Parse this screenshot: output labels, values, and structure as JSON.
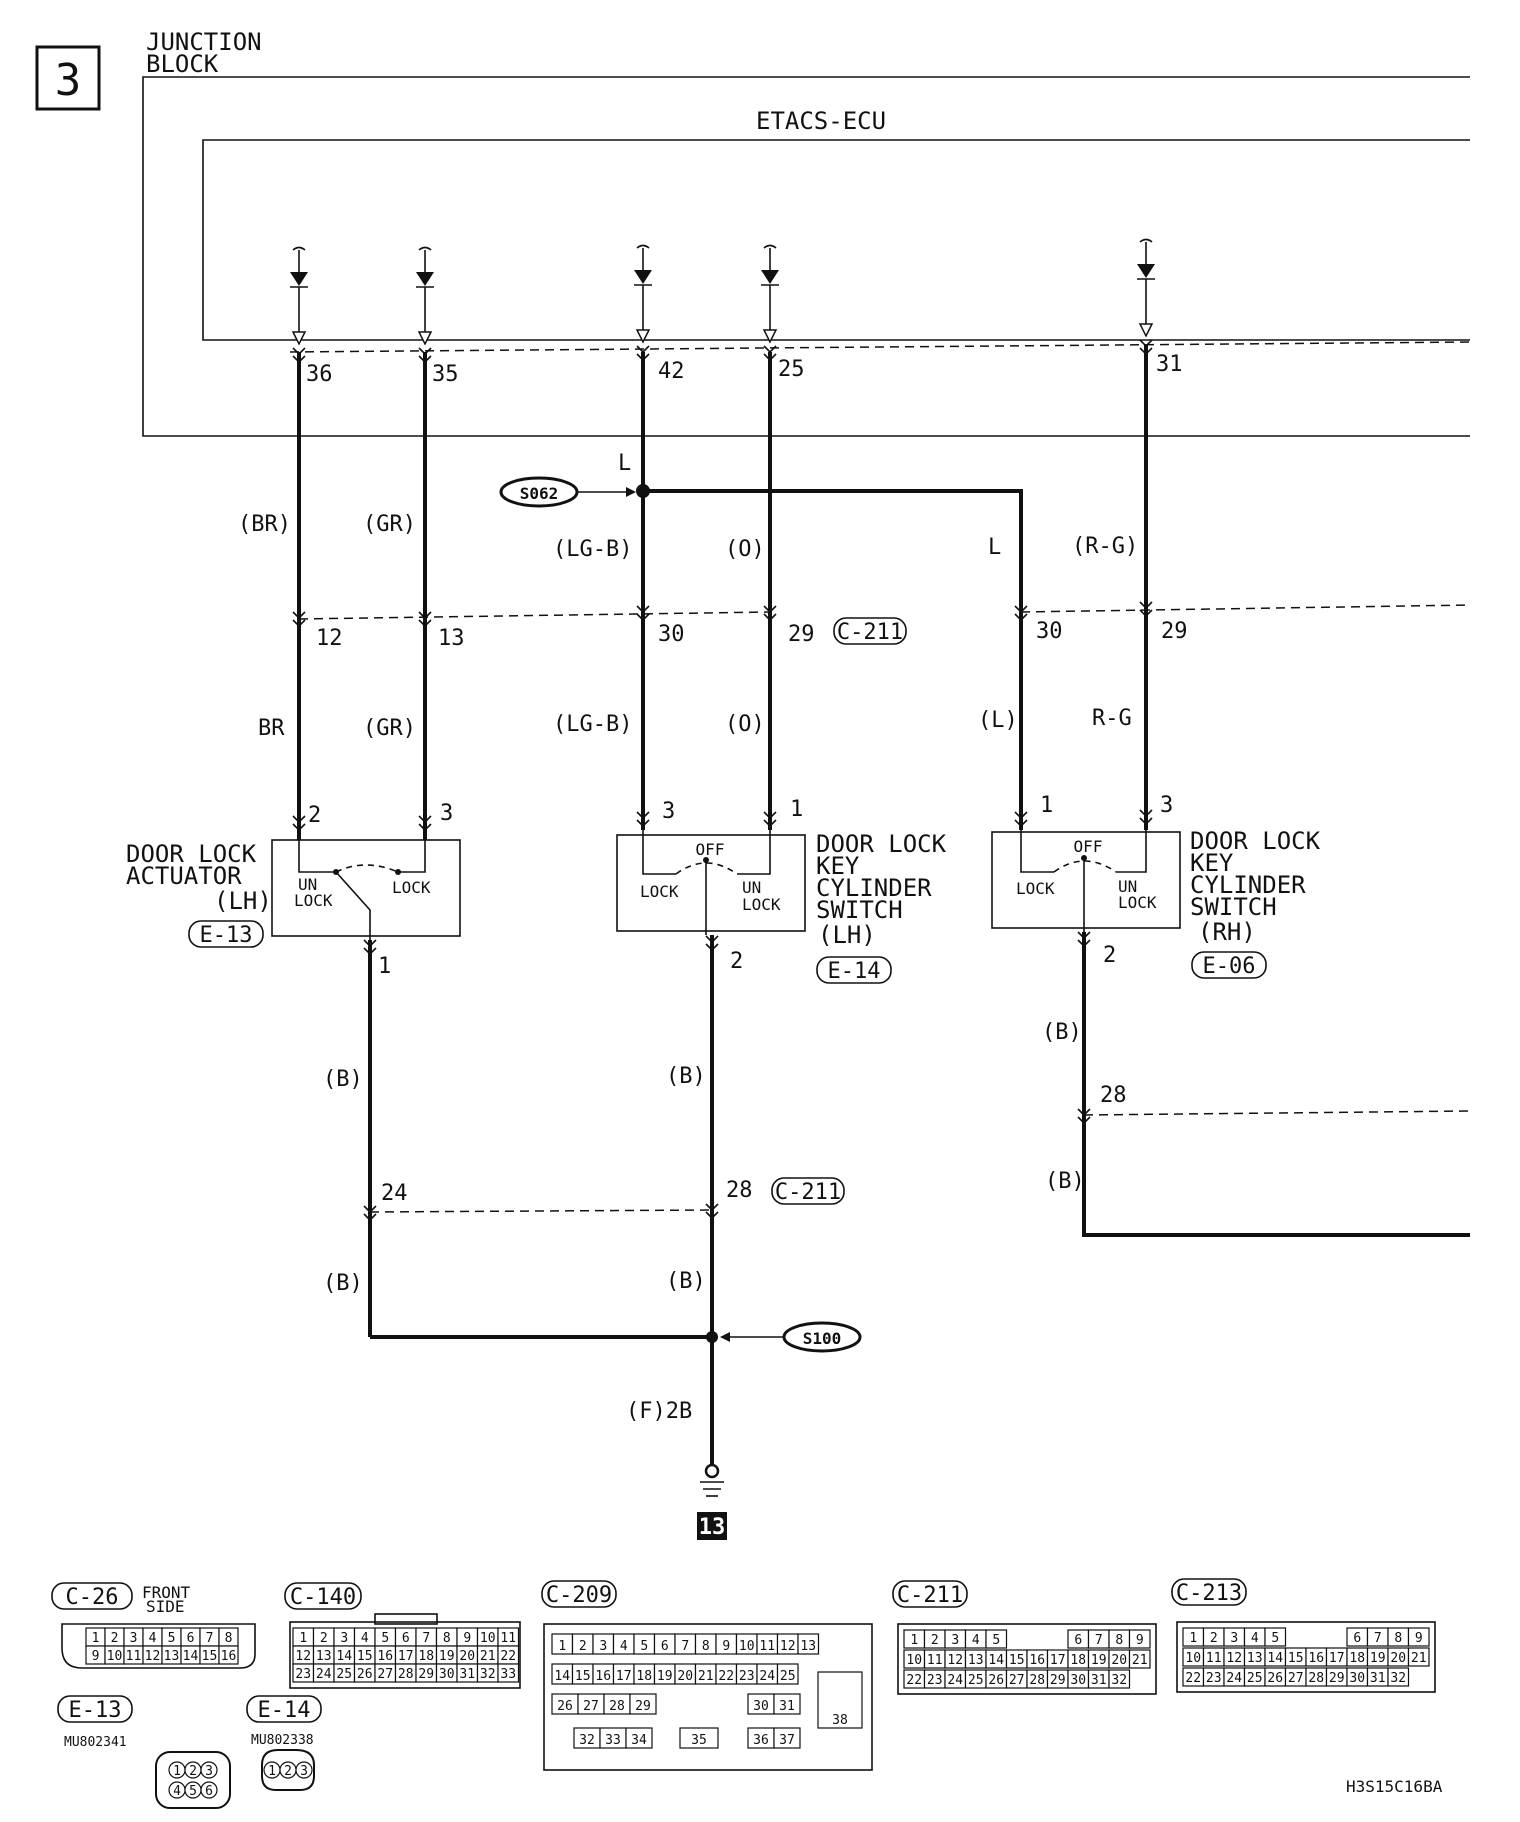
{
  "page": {
    "number": "3",
    "code": "H3S15C16BA"
  },
  "junction_block": {
    "line1": "JUNCTION",
    "line2": "BLOCK"
  },
  "ecu": {
    "label": "ETACS-ECU"
  },
  "ecu_pins": [
    "36",
    "35",
    "42",
    "25",
    "31"
  ],
  "splices": {
    "s062": "S062",
    "s100": "S100"
  },
  "wires_upper": {
    "br": "(BR)",
    "gr": "(GR)",
    "lgb": "(LG-B)",
    "o": "(O)",
    "l": "L",
    "rg": "(R-G)",
    "l_top": "L"
  },
  "c211_upper": {
    "pins": [
      "12",
      "13",
      "30",
      "29",
      "30",
      "29"
    ],
    "tag": "C-211"
  },
  "wires_mid": {
    "br": "BR",
    "gr": "(GR)",
    "lgb": "(LG-B)",
    "o": "(O)",
    "l": "(L)",
    "rg": "R-G"
  },
  "actuator_lh": {
    "pin_top_left": "2",
    "pin_top_right": "3",
    "pin_bottom": "1",
    "line1": "DOOR LOCK",
    "line2": "ACTUATOR",
    "line3": "(LH)",
    "connector": "E-13",
    "contact_un": "UN",
    "contact_lock": "LOCK",
    "contact_lock_right": "LOCK"
  },
  "key_switch_lh": {
    "pin_top_left": "3",
    "pin_top_right": "1",
    "pin_bottom": "2",
    "line1": "DOOR LOCK",
    "line2": "KEY",
    "line3": "CYLINDER",
    "line4": "SWITCH",
    "line5": "(LH)",
    "connector": "E-14",
    "off": "OFF",
    "lock": "LOCK",
    "un": "UN",
    "un_lock": "LOCK"
  },
  "key_switch_rh": {
    "pin_top_left": "1",
    "pin_top_right": "3",
    "pin_bottom": "2",
    "line1": "DOOR LOCK",
    "line2": "KEY",
    "line3": "CYLINDER",
    "line4": "SWITCH",
    "line5": "(RH)",
    "connector": "E-06",
    "off": "OFF",
    "lock": "LOCK",
    "un": "UN",
    "un_lock": "LOCK"
  },
  "lower": {
    "b": "(B)",
    "pin24": "24",
    "pin28": "28",
    "pin28_rh": "28",
    "c211": "C-211",
    "ground_wire": "(F)2B",
    "ground_no": "13"
  },
  "connector_views": {
    "c26": {
      "name": "C-26",
      "note1": "FRONT",
      "note2": "SIDE",
      "row1": [
        "1",
        "2",
        "3",
        "4",
        "5",
        "6",
        "7",
        "8"
      ],
      "row2": [
        "9",
        "10",
        "11",
        "12",
        "13",
        "14",
        "15",
        "16"
      ]
    },
    "c140": {
      "name": "C-140",
      "row1": [
        "1",
        "2",
        "3",
        "4",
        "5",
        "6",
        "7",
        "8",
        "9",
        "10",
        "11"
      ],
      "row2": [
        "12",
        "13",
        "14",
        "15",
        "16",
        "17",
        "18",
        "19",
        "20",
        "21",
        "22"
      ],
      "row3": [
        "23",
        "24",
        "25",
        "26",
        "27",
        "28",
        "29",
        "30",
        "31",
        "32",
        "33"
      ]
    },
    "c209": {
      "name": "C-209",
      "row1": [
        "1",
        "2",
        "3",
        "4",
        "5",
        "6",
        "7",
        "8",
        "9",
        "10",
        "11",
        "12",
        "13"
      ],
      "row2": [
        "14",
        "15",
        "16",
        "17",
        "18",
        "19",
        "20",
        "21",
        "22",
        "23",
        "24",
        "25"
      ],
      "row3": [
        "26",
        "27",
        "28",
        "29",
        "30",
        "31",
        "38"
      ],
      "row4": [
        "32",
        "33",
        "34",
        "35",
        "36",
        "37"
      ]
    },
    "c211": {
      "name": "C-211",
      "row1": [
        "1",
        "2",
        "3",
        "4",
        "5",
        "6",
        "7",
        "8",
        "9"
      ],
      "row2": [
        "10",
        "11",
        "12",
        "13",
        "14",
        "15",
        "16",
        "17",
        "18",
        "19",
        "20",
        "21"
      ],
      "row3": [
        "22",
        "23",
        "24",
        "25",
        "26",
        "27",
        "28",
        "29",
        "30",
        "31",
        "32"
      ]
    },
    "c213": {
      "name": "C-213",
      "row1": [
        "1",
        "2",
        "3",
        "4",
        "5",
        "6",
        "7",
        "8",
        "9"
      ],
      "row2": [
        "10",
        "11",
        "12",
        "13",
        "14",
        "15",
        "16",
        "17",
        "18",
        "19",
        "20",
        "21"
      ],
      "row3": [
        "22",
        "23",
        "24",
        "25",
        "26",
        "27",
        "28",
        "29",
        "30",
        "31",
        "32"
      ]
    },
    "e13": {
      "name": "E-13",
      "part": "MU802341",
      "pins": [
        "1",
        "2",
        "3",
        "4",
        "5",
        "6"
      ]
    },
    "e14": {
      "name": "E-14",
      "part": "MU802338",
      "pins": [
        "1",
        "2",
        "3"
      ]
    }
  }
}
